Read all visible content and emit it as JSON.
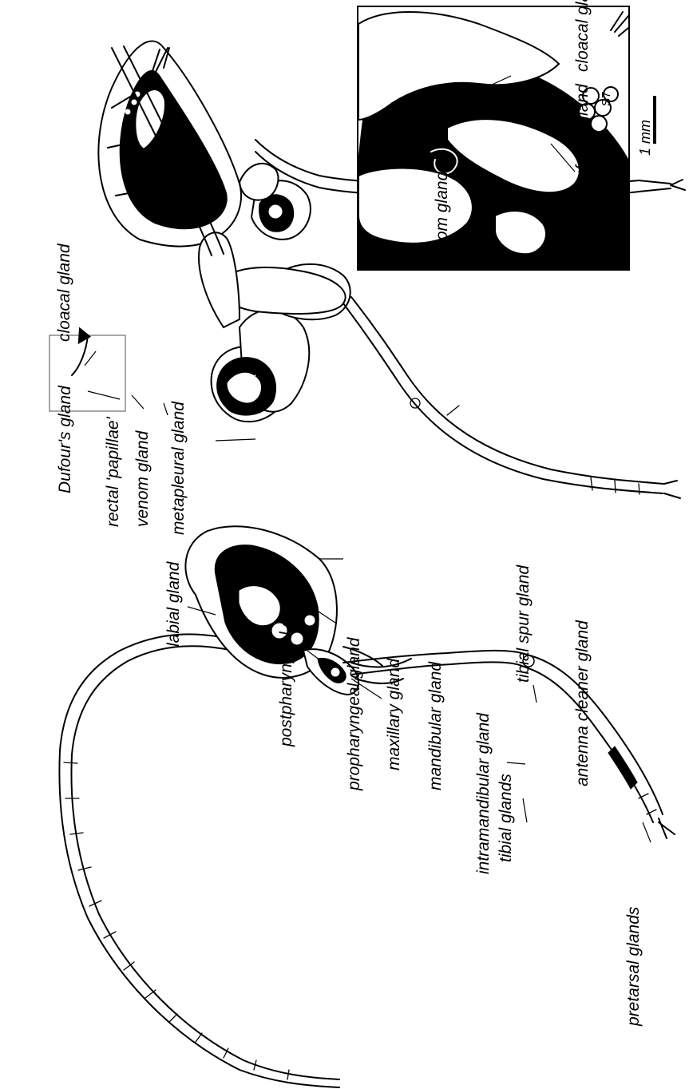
{
  "labels": {
    "cloacal_gland_inset": "cloacal gland",
    "s7": "S7",
    "dufours_gland_inset": "Dufour's gland",
    "venom_gland_inset": "venom gland",
    "scale": "1 mm",
    "cloacal_gland": "cloacal gland",
    "dufours_gland": "Dufour's gland",
    "rectal_papillae": "rectal 'papillae'",
    "venom_gland": "venom gland",
    "metapleural_gland": "metapleural gland",
    "labial_gland": "labial gland",
    "postpharyngeal_gland": "postpharyngeal gland",
    "propharyngeal_gland": "propharyngeal gland",
    "maxillary_gland": "maxillary gland",
    "mandibular_gland": "mandibular gland",
    "intramandibular_gland": "intramandibular gland",
    "tibial_spur_gland": "tibial spur gland",
    "antenna_cleaner_gland": "antenna cleaner gland",
    "tibial_glands": "tibial glands",
    "pretarsal_glands": "pretarsal glands"
  }
}
